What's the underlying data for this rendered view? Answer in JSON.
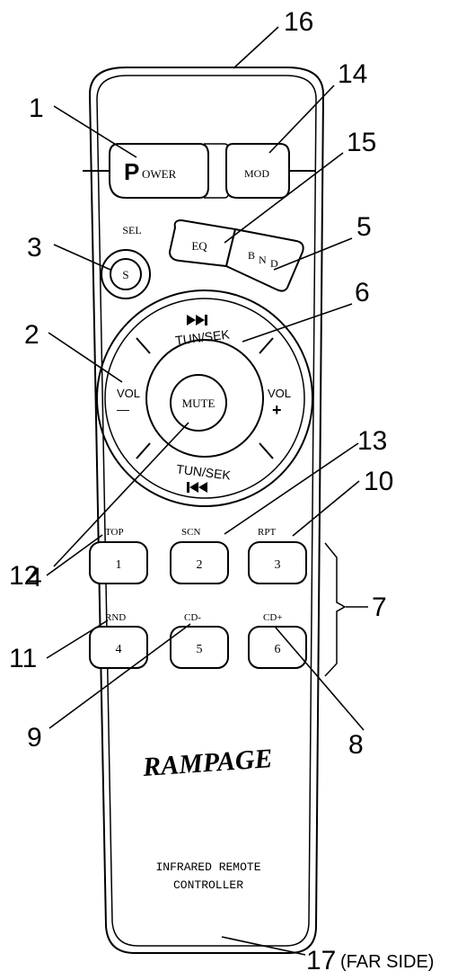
{
  "remote": {
    "brand": "RAMPAGE",
    "caption_line1": "INFRARED REMOTE",
    "caption_line2": "CONTROLLER",
    "buttons": {
      "power_initial": "P",
      "power_rest": "OWER",
      "mod": "MOD",
      "sel_label": "SEL",
      "sel_key": "S",
      "eq": "EQ",
      "bnd_b": "B",
      "bnd_n": "N",
      "bnd_d": "D",
      "tun_sek": "TUN/SEK",
      "vol_label": "VOL",
      "vol_minus": "—",
      "vol_plus": "+",
      "mute": "MUTE",
      "top": "TOP",
      "scn": "SCN",
      "rpt": "RPT",
      "rnd": "RND",
      "cd_minus": "CD-",
      "cd_plus": "CD+",
      "k1": "1",
      "k2": "2",
      "k3": "3",
      "k4": "4",
      "k5": "5",
      "k6": "6"
    }
  },
  "callouts": {
    "c1": "1",
    "c2": "2",
    "c3": "3",
    "c4": "4",
    "c5": "5",
    "c6": "6",
    "c7": "7",
    "c8": "8",
    "c9": "9",
    "c10": "10",
    "c11": "11",
    "c12": "12",
    "c13": "13",
    "c14": "14",
    "c15": "15",
    "c16": "16",
    "c17": "17",
    "c17_note": "(FAR SIDE)"
  }
}
